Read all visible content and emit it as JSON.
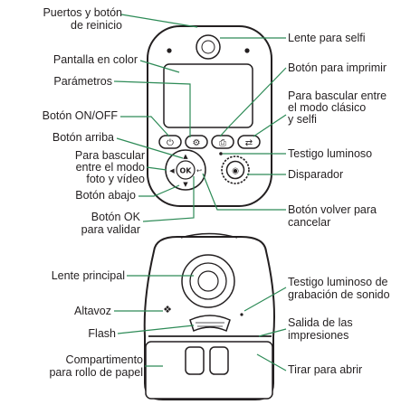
{
  "colors": {
    "leader_lines": "#2e8b57",
    "outline": "#231f20"
  },
  "front_view": {
    "puertos_l1": "Puertos y botón",
    "puertos_l2": "de reinicio",
    "pantalla": "Pantalla en color",
    "parametros": "Parámetros",
    "on_off": "Botón ON/OFF",
    "arriba": "Botón arriba",
    "bascular_foto_l1": "Para bascular",
    "bascular_foto_l2": "entre el modo",
    "bascular_foto_l3": "foto y vídeo",
    "abajo": "Botón abajo",
    "ok_l1": "Botón OK",
    "ok_l2": "para validar",
    "lente_selfi": "Lente para selfi",
    "imprimir": "Botón para imprimir",
    "bascular_selfi_l1": "Para bascular entre",
    "bascular_selfi_l2": "el modo clásico",
    "bascular_selfi_l3": "y selfi",
    "testigo": "Testigo luminoso",
    "disparador": "Disparador",
    "volver_l1": "Botón volver para",
    "volver_l2": "cancelar",
    "ok_button_text": "OK"
  },
  "back_view": {
    "lente_principal": "Lente principal",
    "altavoz": "Altavoz",
    "flash": "Flash",
    "compartimento_l1": "Compartimento",
    "compartimento_l2": "para rollo de papel",
    "testigo_sonido_l1": "Testigo luminoso de",
    "testigo_sonido_l2": "grabación de sonido",
    "salida_l1": "Salida de las",
    "salida_l2": "impresiones",
    "tirar": "Tirar para abrir"
  }
}
